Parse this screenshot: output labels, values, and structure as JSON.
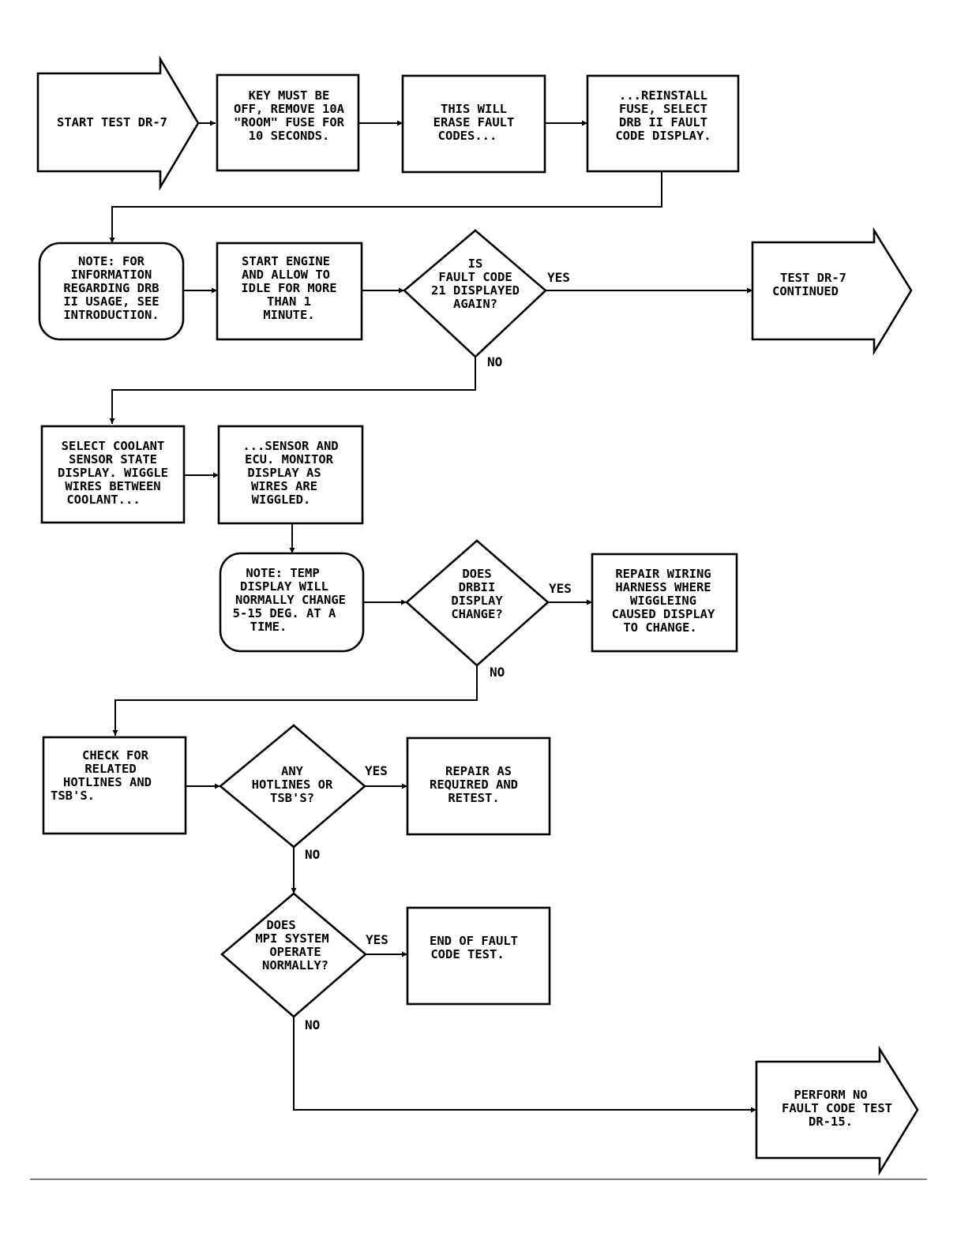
{
  "nodes": {
    "start": [
      "START TEST DR-7"
    ],
    "key_off": [
      "KEY MUST BE",
      "OFF, REMOVE 10A",
      "\"ROOM\" FUSE FOR",
      "10 SECONDS."
    ],
    "erase": [
      "THIS WILL",
      "ERASE FAULT",
      "CODES..."
    ],
    "reinstall": [
      "...REINSTALL",
      "FUSE, SELECT",
      "DRB II FAULT",
      "CODE DISPLAY."
    ],
    "note_info": [
      "NOTE: FOR",
      "INFORMATION",
      "REGARDING DRB",
      "II USAGE, SEE",
      "INTRODUCTION."
    ],
    "start_engine": [
      "START ENGINE",
      "AND ALLOW TO",
      "IDLE FOR MORE",
      "THAN 1",
      "MINUTE."
    ],
    "dec_fault21": [
      "IS",
      "FAULT CODE",
      "21 DISPLAYED",
      "AGAIN?"
    ],
    "continued": [
      "TEST DR-7",
      "CONTINUED"
    ],
    "select_coolant": [
      "SELECT COOLANT",
      "SENSOR STATE",
      "DISPLAY. WIGGLE",
      "WIRES BETWEEN",
      "COOLANT..."
    ],
    "sensor_ecu": [
      "...SENSOR AND",
      "ECU. MONITOR",
      "DISPLAY AS",
      "WIRES ARE",
      "WIGGLED."
    ],
    "note_temp": [
      "NOTE: TEMP",
      "DISPLAY WILL",
      "NORMALLY CHANGE",
      "5-15 DEG. AT A",
      "TIME."
    ],
    "dec_drbii": [
      "DOES",
      "DRBII",
      "DISPLAY",
      "CHANGE?"
    ],
    "repair_wiring": [
      "REPAIR WIRING",
      "HARNESS WHERE",
      "WIGGLEING",
      "CAUSED DISPLAY",
      "TO CHANGE."
    ],
    "check_hotlines": [
      "CHECK FOR",
      "RELATED",
      "HOTLINES AND",
      "TSB'S."
    ],
    "dec_hotlines": [
      "ANY",
      "HOTLINES OR",
      "TSB'S?"
    ],
    "repair_required": [
      "REPAIR AS",
      "REQUIRED AND",
      "RETEST."
    ],
    "dec_mpi": [
      "DOES",
      "MPI SYSTEM",
      "OPERATE",
      "NORMALLY?"
    ],
    "end_test": [
      "END OF FAULT",
      "CODE TEST."
    ],
    "perform_dr15": [
      "PERFORM NO",
      "FAULT CODE TEST",
      "DR-15."
    ]
  },
  "edge_labels": {
    "yes": "YES",
    "no": "NO"
  }
}
